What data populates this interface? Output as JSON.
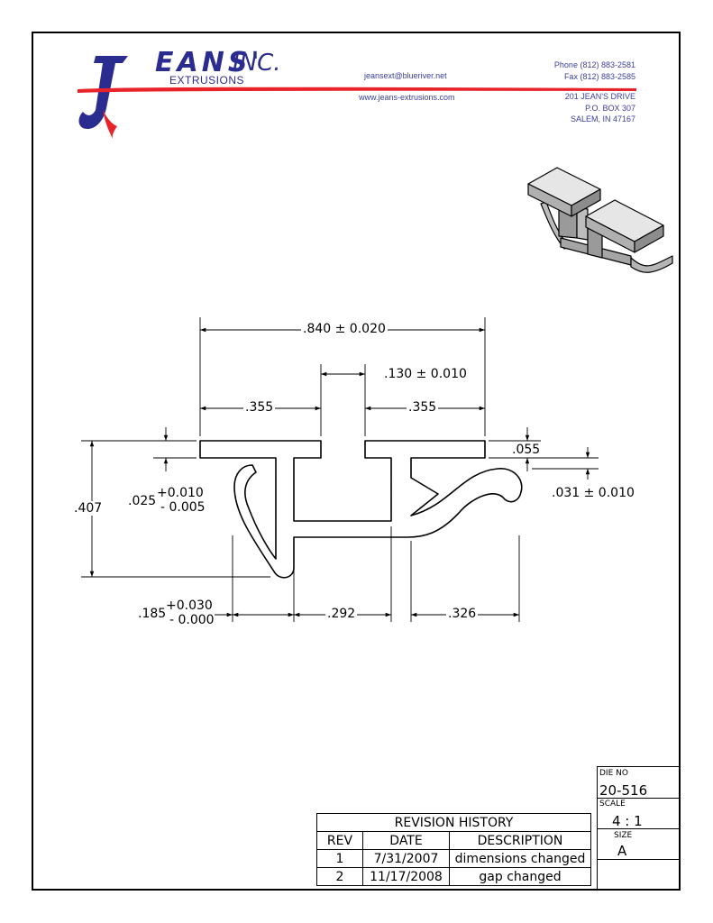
{
  "company": {
    "name": "EANS'",
    "suffix": "INC.",
    "division": "EXTRUSIONS",
    "email": "jeansext@blueriver.net",
    "website": "www.jeans-extrusions.com",
    "phone": "Phone (812) 883-2581",
    "fax": "Fax (812) 883-2585",
    "address_line1": "201 JEAN'S DRIVE",
    "address_line2": "P.O. BOX 307",
    "address_line3": "SALEM, IN 47167",
    "brand_color": "#2b2c8f",
    "accent_color": "#e8232a"
  },
  "dimensions": {
    "overall_width": ".840 ± 0.020",
    "center_gap": ".130 ± 0.010",
    "left_flange": ".355",
    "right_flange": ".355",
    "flange_thickness": ".055",
    "overall_height": ".407",
    "left_lip_nominal": ".025",
    "left_lip_plus": "+0.010",
    "left_lip_minus": "- 0.005",
    "right_lip": ".031 ± 0.010",
    "leg_nominal": ".185",
    "leg_plus": "+0.030",
    "leg_minus": "- 0.000",
    "mid_span": ".292",
    "right_span": ".326"
  },
  "revision_history": {
    "title": "REVISION HISTORY",
    "headers": [
      "REV",
      "DATE",
      "DESCRIPTION"
    ],
    "rows": [
      {
        "rev": "1",
        "date": "7/31/2007",
        "description": "dimensions changed"
      },
      {
        "rev": "2",
        "date": "11/17/2008",
        "description": "gap changed"
      }
    ]
  },
  "title_block": {
    "die_no_label": "DIE NO",
    "die_no": "20-516",
    "scale_label": "SCALE",
    "scale": "4 : 1",
    "size_label": "SIZE",
    "size": "A"
  }
}
